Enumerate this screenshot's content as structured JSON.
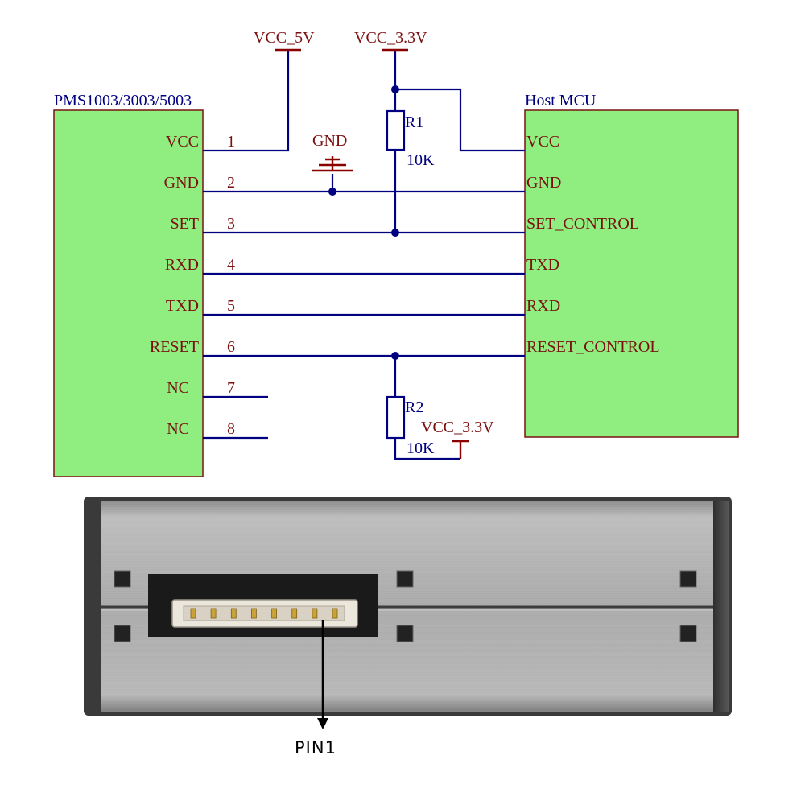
{
  "sensor": {
    "title": "PMS1003/3003/5003",
    "pins": [
      {
        "name": "VCC",
        "number": "1"
      },
      {
        "name": "GND",
        "number": "2"
      },
      {
        "name": "SET",
        "number": "3"
      },
      {
        "name": "RXD",
        "number": "4"
      },
      {
        "name": "TXD",
        "number": "5"
      },
      {
        "name": "RESET",
        "number": "6"
      },
      {
        "name": "NC",
        "number": "7"
      },
      {
        "name": "NC",
        "number": "8"
      }
    ]
  },
  "host": {
    "title": "Host MCU",
    "pins": [
      "VCC",
      "GND",
      "SET_CONTROL",
      "TXD",
      "RXD",
      "RESET_CONTROL"
    ]
  },
  "power": {
    "vcc5": "VCC_5V",
    "vcc33_top": "VCC_3.3V",
    "vcc33_bottom": "VCC_3.3V",
    "gnd": "GND"
  },
  "resistors": {
    "r1": {
      "ref": "R1",
      "value": "10K"
    },
    "r2": {
      "ref": "R2",
      "value": "10K"
    }
  },
  "photo": {
    "pin1_label": "PIN1",
    "connector_pin_count": 8
  },
  "colors": {
    "wire": "#000080",
    "text": "#7a1010",
    "label_blue": "#000080",
    "power": "#8b0000",
    "box_fill": "#90ee80",
    "box_stroke": "#7a1010",
    "metal": "#a8a8a8"
  }
}
